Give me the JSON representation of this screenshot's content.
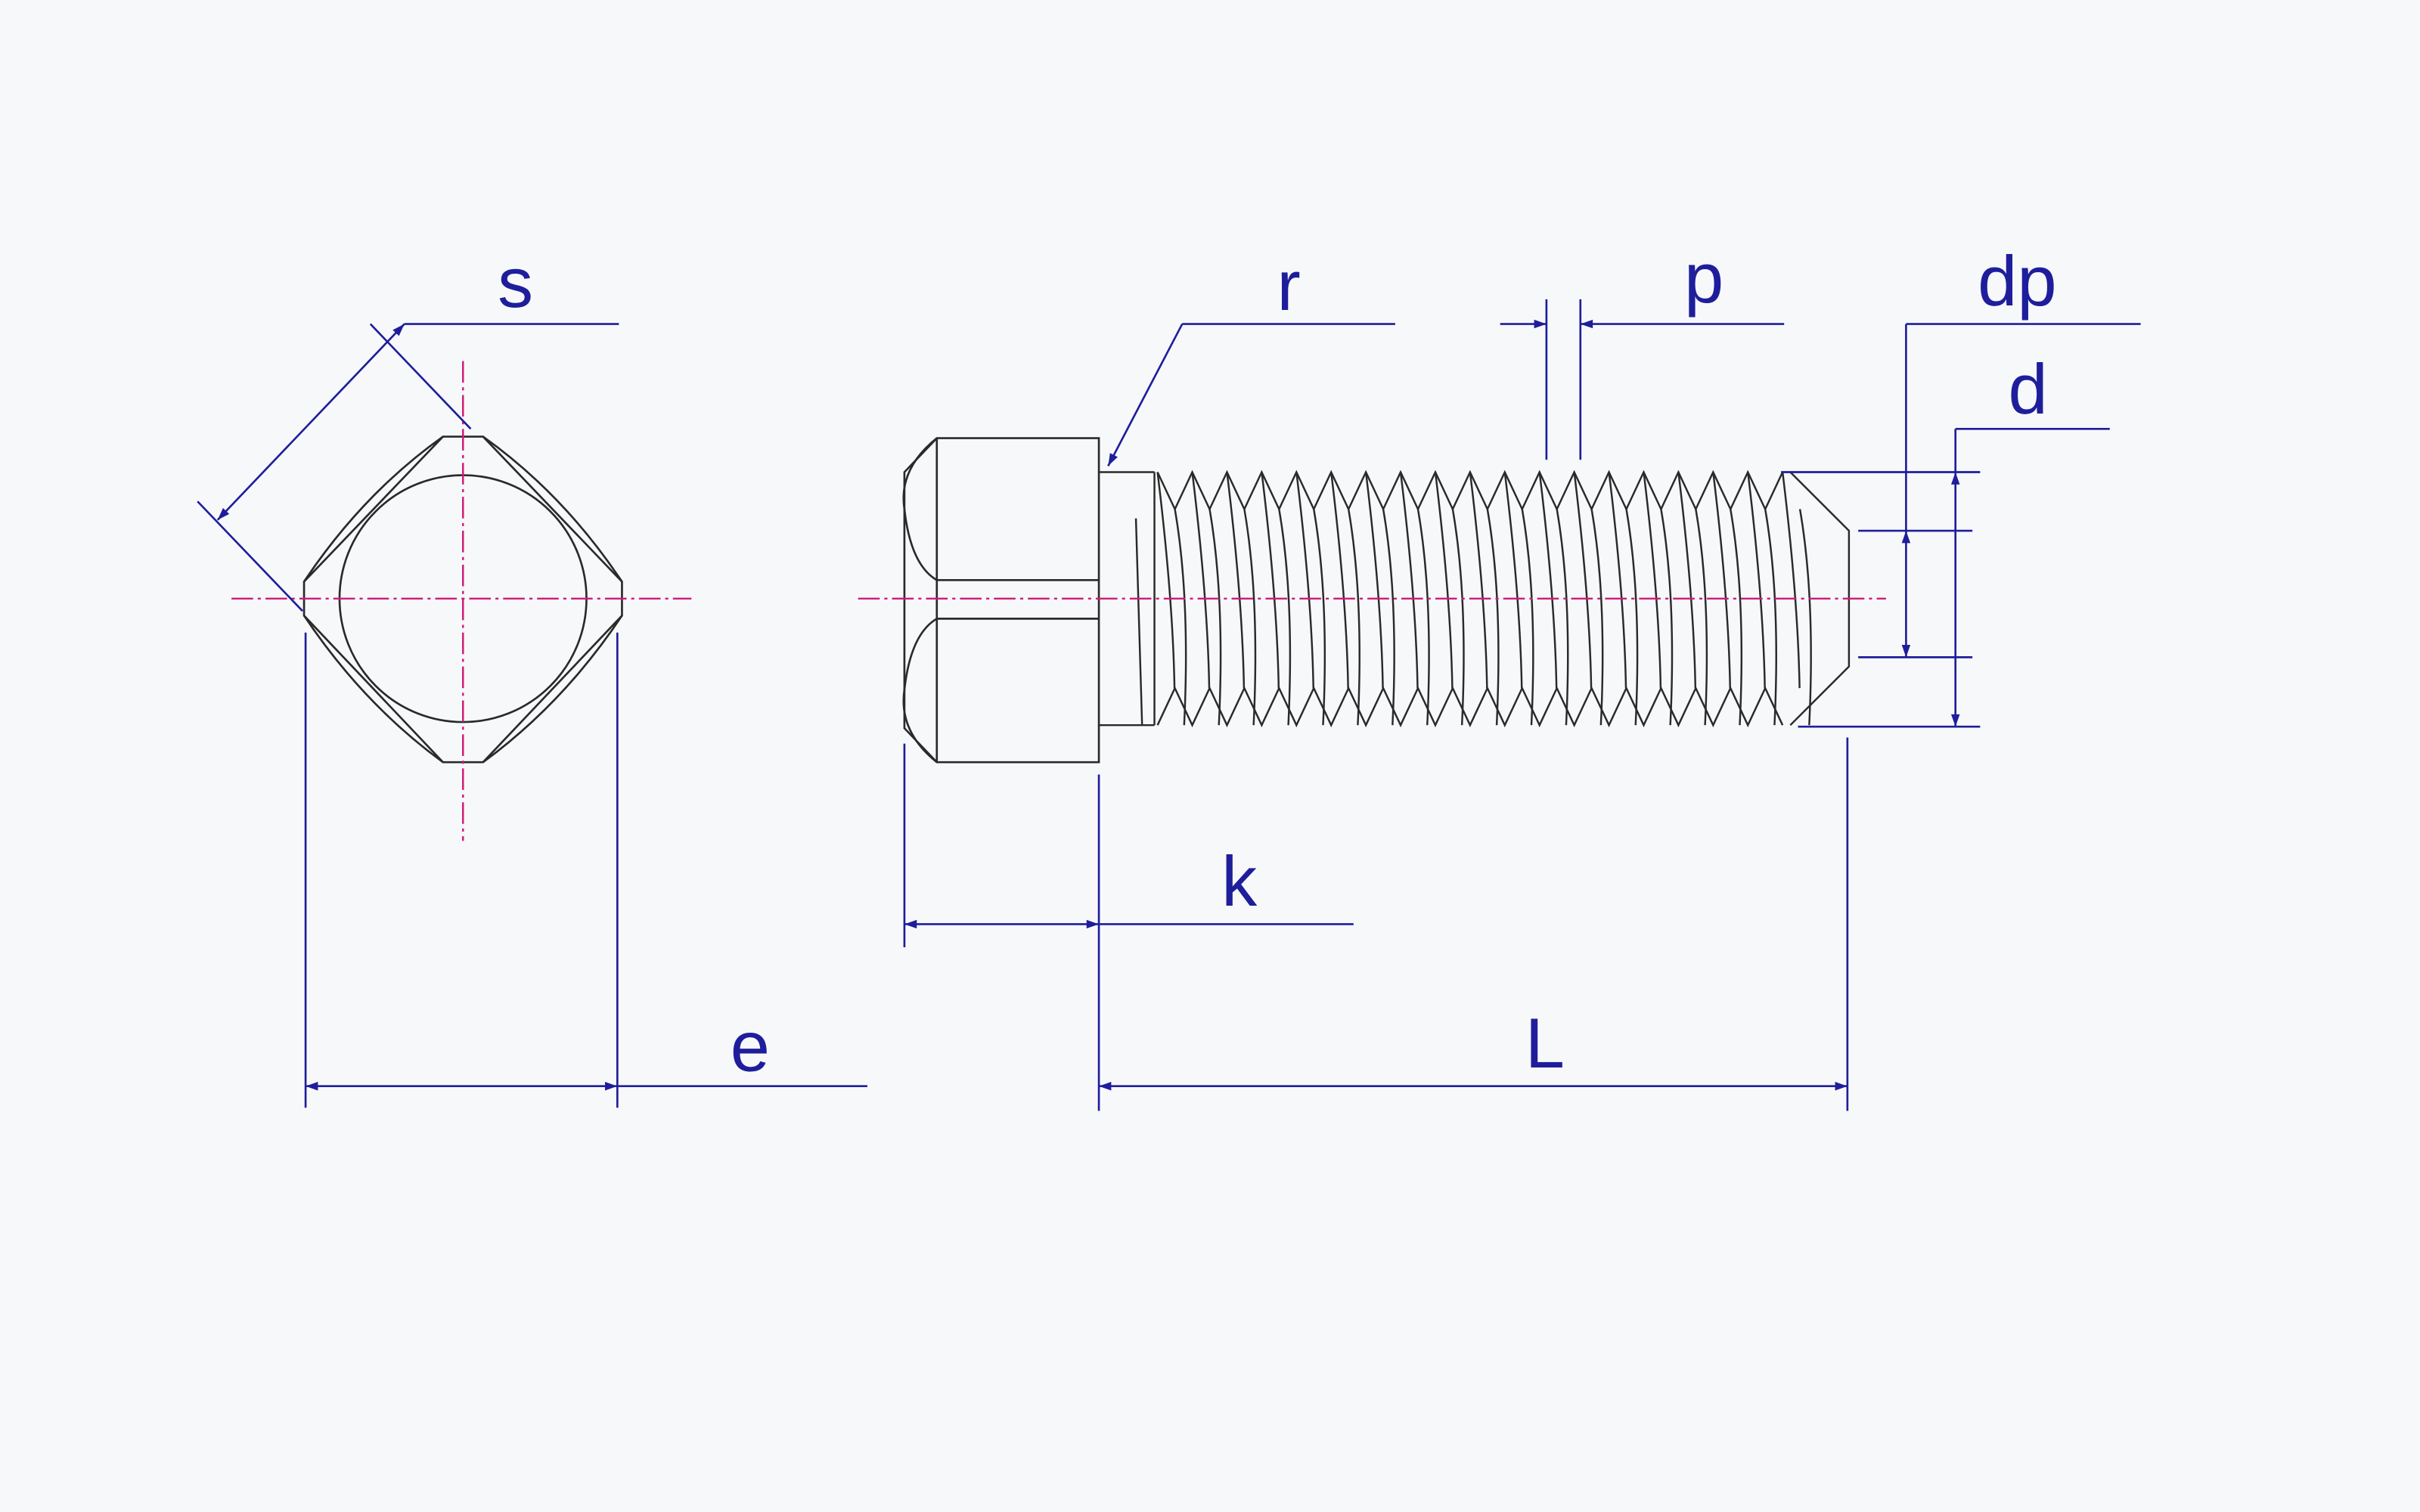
{
  "colors": {
    "background": "#f7f8f9",
    "outline": "#2a2a2a",
    "dimension": "#1e1e9c",
    "centerline": "#d01a7a"
  },
  "labels": {
    "s": "s",
    "r": "r",
    "p": "p",
    "dp": "dp",
    "d": "d",
    "k": "k",
    "e": "e",
    "L": "L"
  }
}
